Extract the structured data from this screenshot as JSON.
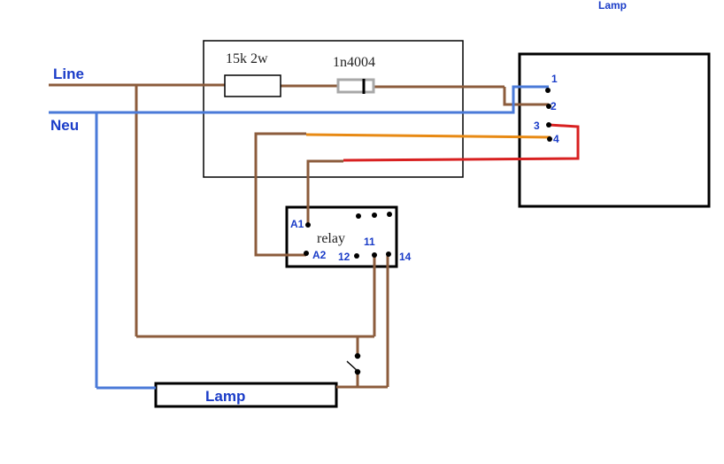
{
  "labels": {
    "line": "Line",
    "neutral": "Neu",
    "lamp_top": "Lamp",
    "lamp_box": "Lamp",
    "resistor": "15k 2w",
    "diode": "1n4004",
    "relay": "relay",
    "a1": "A1",
    "a2": "A2",
    "pin_12": "12",
    "pin_11": "11",
    "pin_14": "14",
    "term_1": "1",
    "term_2": "2",
    "term_3": "3",
    "term_4": "4"
  },
  "colors": {
    "brown": "#8c5c3c",
    "blue": "#4a7ad8",
    "orange": "#e88a14",
    "red": "#d82020",
    "black": "#000000",
    "label_blue": "#1a3cc8"
  }
}
